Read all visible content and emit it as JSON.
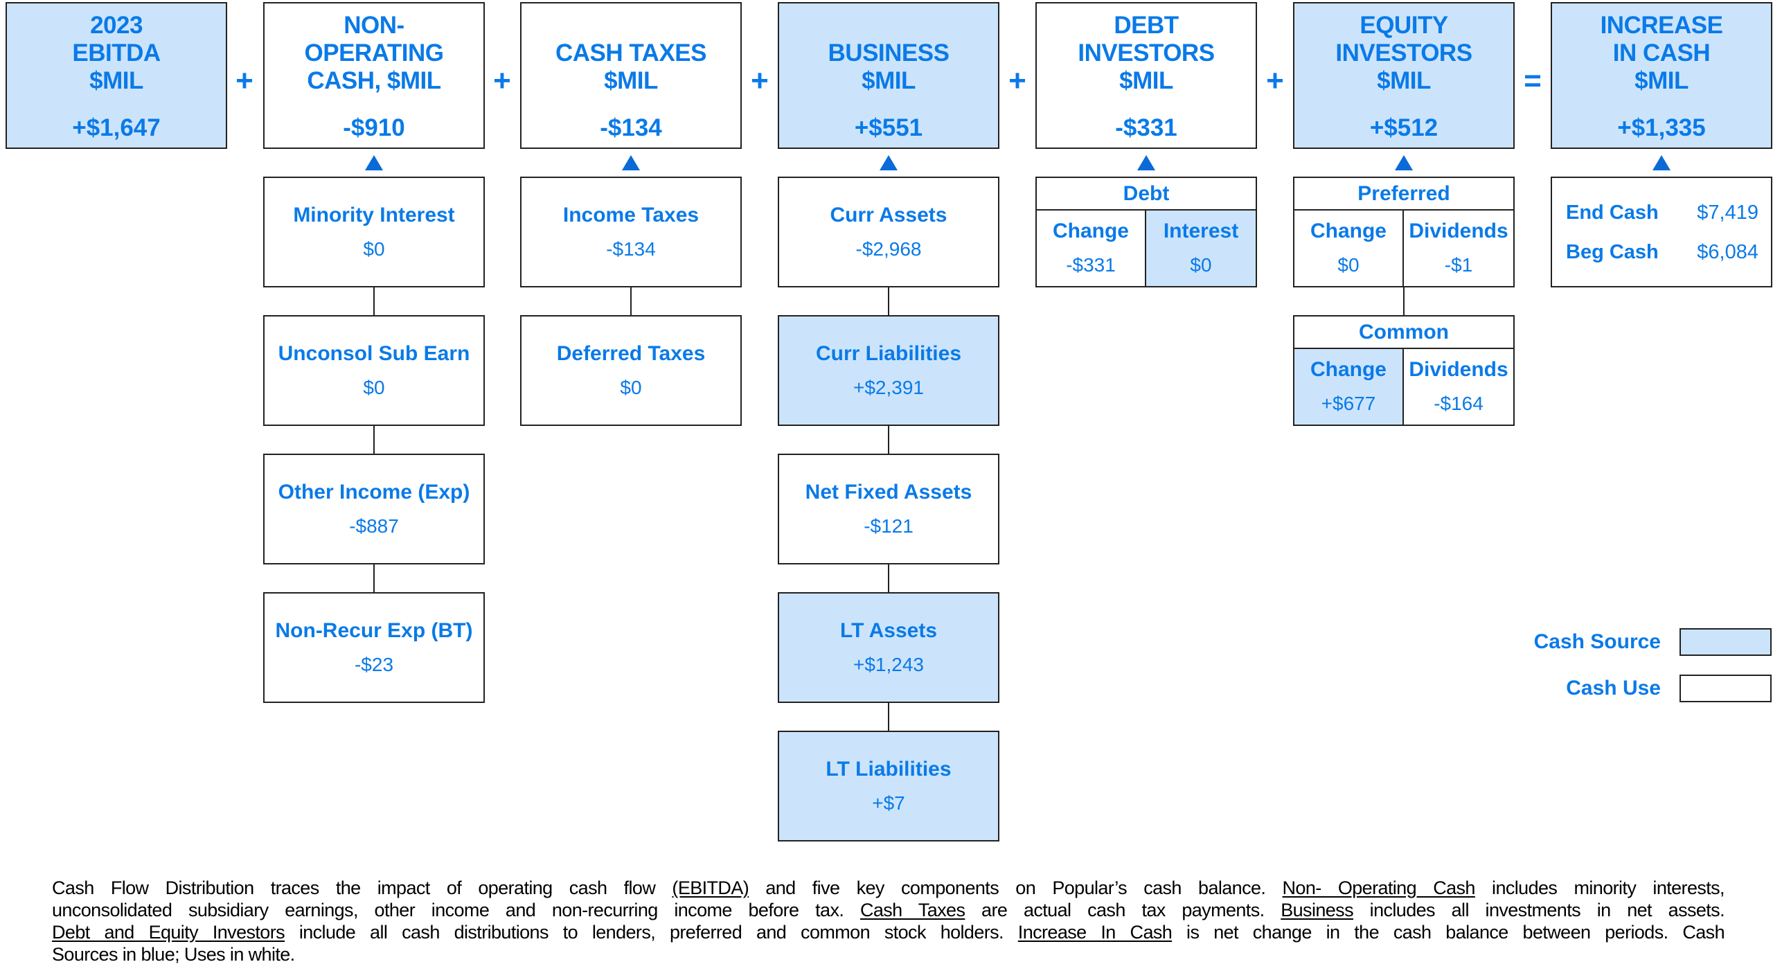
{
  "colors": {
    "text": "#0a7ae8",
    "source_fill": "#cce4fb",
    "use_fill": "#ffffff",
    "border": "#222222"
  },
  "summary": [
    {
      "title": "2023 EBITDA $MIL",
      "lines": [
        "2023",
        "EBITDA",
        "$MIL"
      ],
      "value": "+$1,647",
      "type": "source"
    },
    {
      "title": "NON-OPERATING CASH, $MIL",
      "lines": [
        "NON-",
        "OPERATING",
        "CASH, $MIL"
      ],
      "value": "-$910",
      "type": "use"
    },
    {
      "title": "CASH TAXES $MIL",
      "lines": [
        "CASH TAXES",
        "$MIL"
      ],
      "value": "-$134",
      "type": "use"
    },
    {
      "title": "BUSINESS $MIL",
      "lines": [
        "BUSINESS",
        "$MIL"
      ],
      "value": "+$551",
      "type": "source"
    },
    {
      "title": "DEBT INVESTORS $MIL",
      "lines": [
        "DEBT",
        "INVESTORS",
        "$MIL"
      ],
      "value": "-$331",
      "type": "use"
    },
    {
      "title": "EQUITY INVESTORS $MIL",
      "lines": [
        "EQUITY",
        "INVESTORS",
        "$MIL"
      ],
      "value": "+$512",
      "type": "source"
    },
    {
      "title": "INCREASE IN CASH $MIL",
      "lines": [
        "INCREASE",
        "IN CASH",
        "$MIL"
      ],
      "value": "+$1,335",
      "type": "source"
    }
  ],
  "operators": [
    "+",
    "+",
    "+",
    "+",
    "+",
    "="
  ],
  "non_operating": [
    {
      "label": "Minority Interest",
      "value": "$0",
      "type": "use"
    },
    {
      "label": "Unconsol Sub Earn",
      "value": "$0",
      "type": "use"
    },
    {
      "label": "Other Income (Exp)",
      "value": "-$887",
      "type": "use"
    },
    {
      "label": "Non-Recur Exp (BT)",
      "value": "-$23",
      "type": "use"
    }
  ],
  "cash_taxes": [
    {
      "label": "Income Taxes",
      "value": "-$134",
      "type": "use"
    },
    {
      "label": "Deferred Taxes",
      "value": "$0",
      "type": "use"
    }
  ],
  "business": [
    {
      "label": "Curr Assets",
      "value": "-$2,968",
      "type": "use"
    },
    {
      "label": "Curr Liabilities",
      "value": "+$2,391",
      "type": "source"
    },
    {
      "label": "Net Fixed Assets",
      "value": "-$121",
      "type": "use"
    },
    {
      "label": "LT Assets",
      "value": "+$1,243",
      "type": "source"
    },
    {
      "label": "LT Liabilities",
      "value": "+$7",
      "type": "source"
    }
  ],
  "debt": {
    "header": "Debt",
    "cols": [
      {
        "label": "Change",
        "value": "-$331",
        "type": "use"
      },
      {
        "label": "Interest",
        "value": "$0",
        "type": "source"
      }
    ]
  },
  "preferred": {
    "header": "Preferred",
    "cols": [
      {
        "label": "Change",
        "value": "$0",
        "type": "use"
      },
      {
        "label": "Dividends",
        "value": "-$1",
        "type": "use"
      }
    ]
  },
  "common": {
    "header": "Common",
    "cols": [
      {
        "label": "Change",
        "value": "+$677",
        "type": "source"
      },
      {
        "label": "Dividends",
        "value": "-$164",
        "type": "use"
      }
    ]
  },
  "cash": {
    "end_label": "End Cash",
    "end_value": "$7,419",
    "beg_label": "Beg Cash",
    "beg_value": "$6,084"
  },
  "legend": {
    "source": "Cash Source",
    "use": "Cash Use"
  },
  "footnote": {
    "l1": [
      "Cash Flow Distribution traces the impact of operating cash flow ",
      "(EBITDA)",
      " and five key components on Popular’s cash balance. ",
      "Non- Operating Cash",
      " includes minority interests,"
    ],
    "l2": [
      "unconsolidated subsidiary earnings, other income and non-recurring  income before tax. ",
      "Cash Taxes",
      " are actual cash tax payments. ",
      "Business",
      " includes all investments in net assets."
    ],
    "l3": [
      "Debt and Equity Investors",
      " include all cash distributions to lenders, preferred and common stock holders. ",
      "Increase In Cash",
      " is net change in the cash balance between periods. Cash"
    ],
    "l4": [
      "Sources in blue; Uses in white."
    ]
  }
}
